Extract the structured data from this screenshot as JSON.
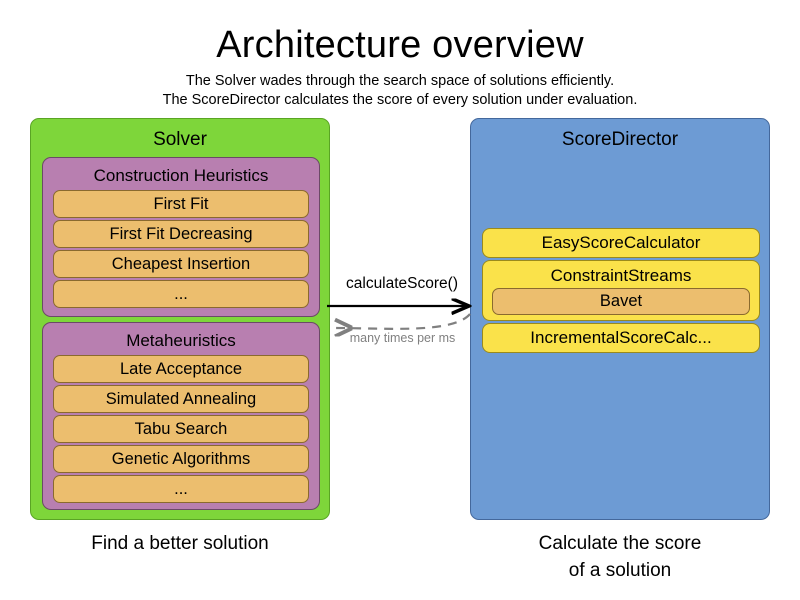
{
  "header": {
    "title": "Architecture overview",
    "subtitle_line1": "The Solver wades through the search space of solutions efficiently.",
    "subtitle_line2": "The ScoreDirector calculates the score of every solution under evaluation."
  },
  "colors": {
    "solver_panel": "#7ED63A",
    "scoredirector_panel": "#6D9BD4",
    "group": "#B87FB0",
    "item": "#ECBE6E",
    "calculator": "#FAE24A",
    "arrow_solid": "#000000",
    "arrow_dashed": "#808080"
  },
  "solver": {
    "title": "Solver",
    "caption": "Find a better solution",
    "groups": [
      {
        "title": "Construction Heuristics",
        "items": [
          {
            "label": "First Fit"
          },
          {
            "label": "First Fit Decreasing"
          },
          {
            "label": "Cheapest Insertion"
          },
          {
            "label": "..."
          }
        ]
      },
      {
        "title": "Metaheuristics",
        "items": [
          {
            "label": "Late Acceptance"
          },
          {
            "label": "Simulated Annealing"
          },
          {
            "label": "Tabu Search"
          },
          {
            "label": "Genetic Algorithms"
          },
          {
            "label": "..."
          }
        ]
      }
    ]
  },
  "scoredirector": {
    "title": "ScoreDirector",
    "caption_line1": "Calculate the score",
    "caption_line2": "of a solution",
    "calculators": [
      {
        "label": "EasyScoreCalculator"
      },
      {
        "label": "ConstraintStreams",
        "nested": [
          {
            "label": "Bavet"
          }
        ]
      },
      {
        "label": "IncrementalScoreCalc..."
      }
    ]
  },
  "arrows": {
    "forward_label": "calculateScore()",
    "back_label": "many times per ms"
  }
}
